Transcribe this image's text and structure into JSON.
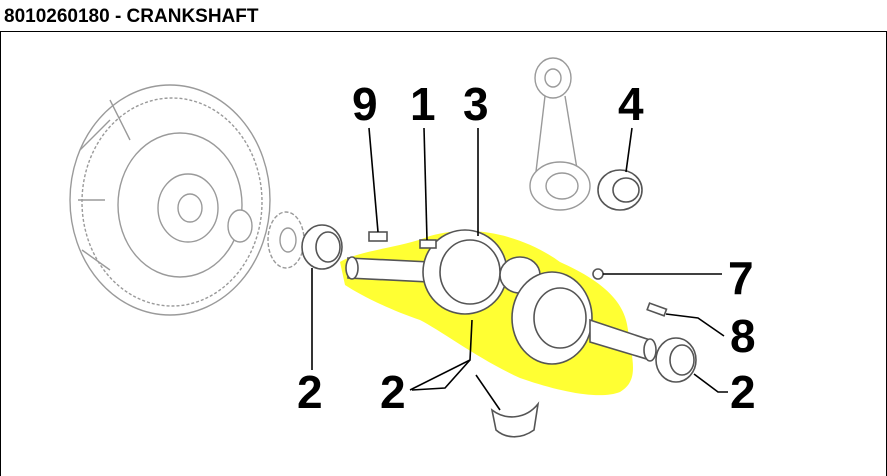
{
  "header": {
    "title": "8010260180 - CRANKSHAFT"
  },
  "highlight_color": "#ffff33",
  "callouts": {
    "c9": "9",
    "c1": "1",
    "c3": "3",
    "c4": "4",
    "c7": "7",
    "c8": "8",
    "c2_left": "2",
    "c2_mid": "2",
    "c2_right": "2"
  }
}
